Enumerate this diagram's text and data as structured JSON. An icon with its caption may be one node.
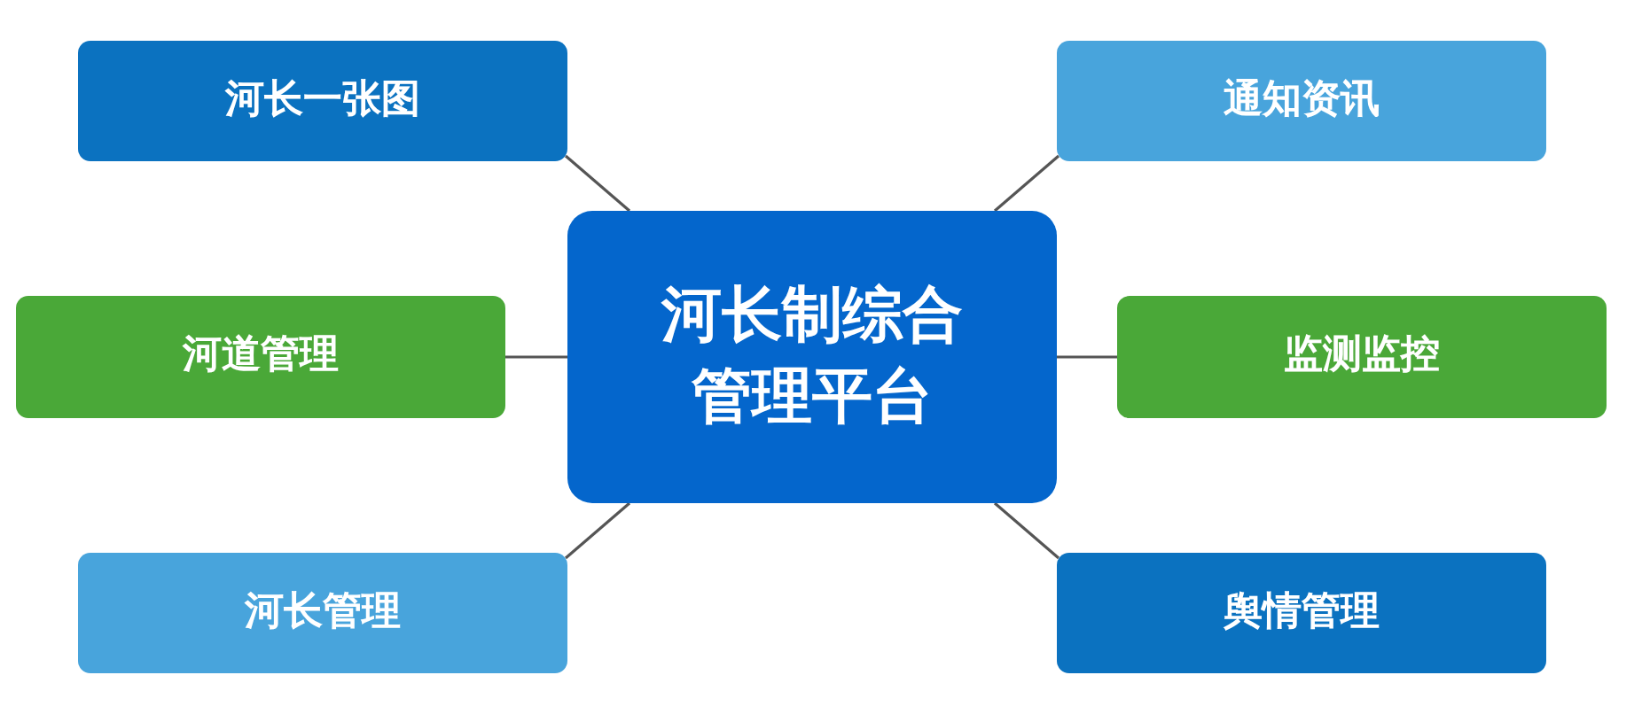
{
  "diagram": {
    "nodes": [
      {
        "text": [
          "河长一张图"
        ]
      },
      {
        "text": [
          "通知资讯"
        ]
      },
      {
        "text": [
          "河长制综合管理平台"
        ]
      },
      {
        "text": [
          "河道管理"
        ]
      },
      {
        "text": [
          "监测监控"
        ]
      },
      {
        "text": [
          "河长管理"
        ]
      },
      {
        "text": [
          "舆情管理"
        ]
      }
    ],
    "edges": [
      {
        "from": 2,
        "to": 0,
        "arrow": "none"
      },
      {
        "from": 2,
        "to": 1,
        "arrow": "none"
      },
      {
        "from": 2,
        "to": 3,
        "arrow": "none"
      },
      {
        "from": 2,
        "to": 4,
        "arrow": "none"
      },
      {
        "from": 2,
        "to": 5,
        "arrow": "none"
      },
      {
        "from": 2,
        "to": 6,
        "arrow": "none"
      }
    ]
  }
}
